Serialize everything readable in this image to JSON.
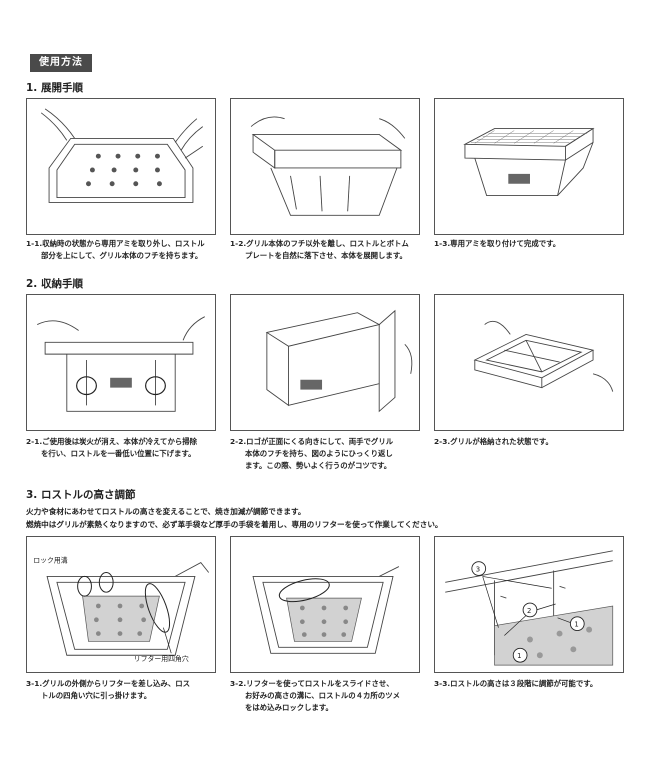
{
  "header": {
    "badge": "使用方法"
  },
  "sections": [
    {
      "title": "1. 展開手順",
      "steps": [
        {
          "num": "1-1.",
          "line1": "収納時の状態から専用アミを取り外し、ロストル",
          "line2": "部分を上にして、グリル本体のフチを持ちます。"
        },
        {
          "num": "1-2.",
          "line1": "グリル本体のフチ以外を離し、ロストルとボトム",
          "line2": "プレートを自然に落下させ、本体を展開します。"
        },
        {
          "num": "1-3.",
          "line1": "専用アミを取り付けて完成です。",
          "line2": ""
        }
      ]
    },
    {
      "title": "2. 収納手順",
      "steps": [
        {
          "num": "2-1.",
          "line1": "ご使用後は炭火が消え、本体が冷えてから掃除",
          "line2": "を行い、ロストルを一番低い位置に下げます。",
          "line3": ""
        },
        {
          "num": "2-2.",
          "line1": "ロゴが正面にくる向きにして、両手でグリル",
          "line2": "本体のフチを持ち、図のようにひっくり返し",
          "line3": "ます。この際、勢いよく行うのがコツです。"
        },
        {
          "num": "2-3.",
          "line1": "グリルが格納された状態です。",
          "line2": "",
          "line3": ""
        }
      ]
    },
    {
      "title": "3. ロストルの高さ調節",
      "desc1": "火力や食材にあわせてロストルの高さを変えることで、焼き加減が調節できます。",
      "desc2": "燃焼中はグリルが素熱くなりますので、必ず革手袋など厚手の手袋を着用し、専用のリフターを使って作業してください。",
      "steps": [
        {
          "num": "3-1.",
          "line1": "グリルの外側からリフターを差し込み、ロス",
          "line2": "トルの四角い穴に引っ掛けます。",
          "line3": ""
        },
        {
          "num": "3-2.",
          "line1": "リフターを使ってロストルをスライドさせ、",
          "line2": "お好みの高さの溝に、ロストルの４カ所のツメ",
          "line3": "をはめ込みロックします。"
        },
        {
          "num": "3-3.",
          "line1": "ロストルの高さは３段階に調節が可能です。",
          "line2": "",
          "line3": ""
        }
      ],
      "callouts": {
        "lock_groove": "ロック用溝",
        "lifter_hole": "リフター用四角穴",
        "level1": "1",
        "level2": "2",
        "level3": "3"
      }
    }
  ]
}
